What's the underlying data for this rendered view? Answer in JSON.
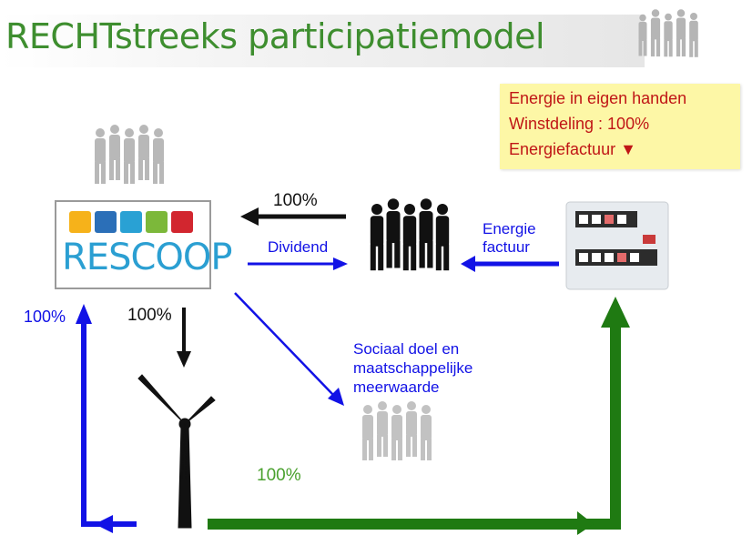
{
  "title": "RECHTstreeks participatiemodel",
  "infobox": {
    "line1": "Energie in eigen handen",
    "line2": "Winstdeling : 100%",
    "line3": "Energiefactuur ▼"
  },
  "logo": {
    "text": "RESCOOP"
  },
  "labels": {
    "flow_top": "100%",
    "dividend": "Dividend",
    "energy_bill_1": "Energie",
    "energy_bill_2": "factuur",
    "left_up": "100%",
    "down_turbine": "100%",
    "social_1": "Sociaal doel en",
    "social_2": "maatschappelijke",
    "social_3": "meerwaarde",
    "bottom": "100%"
  },
  "colors": {
    "title": "#3e8e2f",
    "infobox_bg": "#fdf7a6",
    "infobox_text": "#c01616",
    "blue": "#1212e6",
    "green": "#1f7a12",
    "black": "#111111",
    "tiles": [
      "#f6b21a",
      "#2b6fb8",
      "#29a1d4",
      "#7cb83a",
      "#d2262f"
    ]
  },
  "icons": [
    "people-group-icon",
    "wind-turbine-icon",
    "energy-meter-icon",
    "rescoop-logo-icon"
  ]
}
